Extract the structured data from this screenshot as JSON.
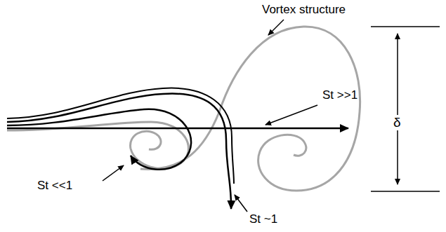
{
  "diagram": {
    "labels": [
      "Vortex structure",
      "St >>1",
      "St <<1",
      "St ~1",
      "δ"
    ]
  }
}
